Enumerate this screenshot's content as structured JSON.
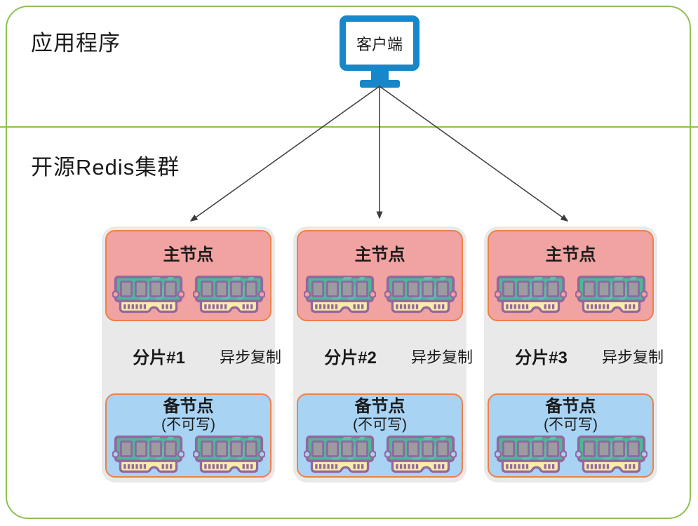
{
  "sections": {
    "application": "应用程序",
    "cluster": "开源Redis集群"
  },
  "client": {
    "label": "客户端"
  },
  "shards": [
    {
      "name": "分片#1",
      "master_title": "主节点",
      "replication_label": "异步复制",
      "replica_title": "备节点",
      "replica_subtitle": "(不可写)"
    },
    {
      "name": "分片#2",
      "master_title": "主节点",
      "replication_label": "异步复制",
      "replica_title": "备节点",
      "replica_subtitle": "(不可写)"
    },
    {
      "name": "分片#3",
      "master_title": "主节点",
      "replication_label": "异步复制",
      "replica_title": "备节点",
      "replica_subtitle": "(不可写)"
    }
  ],
  "icons": {
    "client": "monitor-icon",
    "node_memory": "ram-chip-icon"
  },
  "colors": {
    "frame_green": "#8CC152",
    "client_blue": "#1787C9",
    "master_pink": "#F1A3A2",
    "replica_blue": "#A8D3F3",
    "node_border_orange": "#ED8049",
    "shard_bg_gray": "#E9E9E9",
    "arrow_dark": "#3C3C3C",
    "chip_green": "#4DB994",
    "chip_purple": "#94679F",
    "chip_yellow": "#F8ECA9"
  }
}
